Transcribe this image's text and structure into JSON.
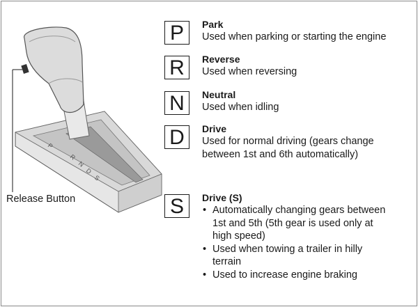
{
  "illustration": {
    "release_label": "Release Button",
    "gate_letters": [
      "P",
      "R",
      "N",
      "D",
      "S"
    ]
  },
  "gears": [
    {
      "letter": "P",
      "title": "Park",
      "description": [
        "Used when parking or starting the engine"
      ]
    },
    {
      "letter": "R",
      "title": "Reverse",
      "description": [
        "Used when reversing"
      ]
    },
    {
      "letter": "N",
      "title": "Neutral",
      "description": [
        "Used when idling"
      ]
    },
    {
      "letter": "D",
      "title": "Drive",
      "description": [
        "Used for normal driving (gears change",
        "between 1st and 6th automatically)"
      ]
    },
    {
      "letter": "S",
      "title": "Drive (S)",
      "bullets": [
        [
          "Automatically changing gears between",
          "1st and 5th (5th gear is used only at",
          "high speed)"
        ],
        [
          "Used when towing a trailer in hilly",
          "terrain"
        ],
        [
          "Used to increase engine braking"
        ]
      ]
    }
  ],
  "bullet_symbol": "•"
}
